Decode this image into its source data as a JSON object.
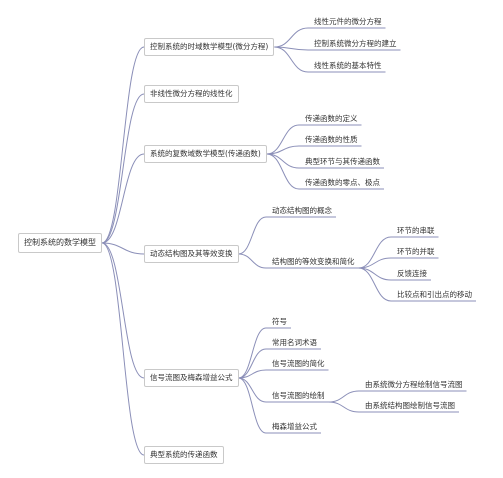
{
  "colors": {
    "line": "#8b8fb8",
    "box_border": "#c9c9c9",
    "text": "#333333",
    "background": "#ffffff"
  },
  "root": {
    "label": "控制系统的数学模型",
    "children": [
      {
        "label": "控制系统的时域数学模型(微分方程)",
        "children": [
          {
            "label": "线性元件的微分方程"
          },
          {
            "label": "控制系统微分方程的建立"
          },
          {
            "label": "线性系统的基本特性"
          }
        ]
      },
      {
        "label": "非线性微分方程的线性化"
      },
      {
        "label": "系统的复数域数学模型(传递函数)",
        "children": [
          {
            "label": "传递函数的定义"
          },
          {
            "label": "传递函数的性质"
          },
          {
            "label": "典型环节与其传递函数"
          },
          {
            "label": "传递函数的零点、极点"
          }
        ]
      },
      {
        "label": "动态结构图及其等效变换",
        "children": [
          {
            "label": "动态结构图的概念"
          },
          {
            "label": "结构图的等效变换和简化",
            "children": [
              {
                "label": "环节的串联"
              },
              {
                "label": "环节的并联"
              },
              {
                "label": "反馈连接"
              },
              {
                "label": "比较点和引出点的移动"
              }
            ]
          }
        ]
      },
      {
        "label": "信号流图及梅森增益公式",
        "children": [
          {
            "label": "符号"
          },
          {
            "label": "常用名词术语"
          },
          {
            "label": "信号流图的简化"
          },
          {
            "label": "信号流图的绘制",
            "children": [
              {
                "label": "由系统微分方程绘制信号流图"
              },
              {
                "label": "由系统结构图绘制信号流图"
              }
            ]
          },
          {
            "label": "梅森增益公式"
          }
        ]
      },
      {
        "label": "典型系统的传递函数"
      }
    ]
  }
}
